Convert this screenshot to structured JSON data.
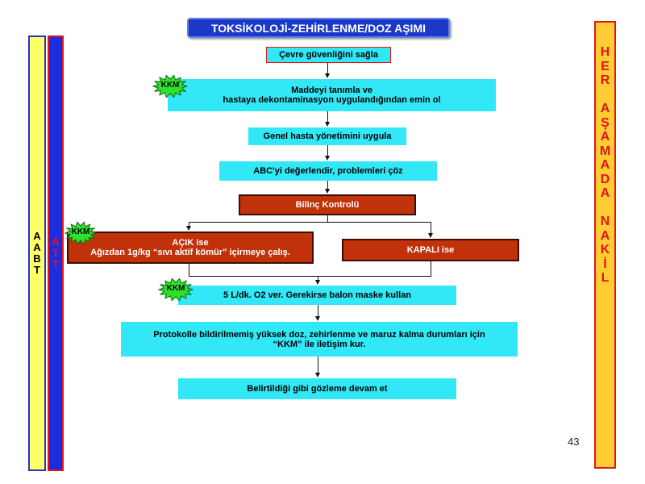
{
  "title": "TOKSİKOLOJİ-ZEHİRLENME/DOZ AŞIMI",
  "steps": {
    "s1": "Çevre güvenliğini sağla",
    "s2_l1": "Maddeyi tanımla ve",
    "s2_l2": "hastaya dekontaminasyon uygulandığından emin ol",
    "s3": "Genel hasta yönetimini uygula",
    "s4": "ABC'yi değerlendir, problemleri çöz",
    "s5": "Bilinç Kontrolü",
    "s6a_l1": "AÇIK ise",
    "s6a_l2": "Ağızdan 1g/kg “sıvı aktif kömür” içirmeye çalış.",
    "s6b": "KAPALI ise",
    "s7": "5 L/dk. O2 ver. Gerekirse balon maske kullan",
    "s8_l1": "Protokolle bildirilmemiş yüksek doz, zehirlenme ve maruz kalma durumları için",
    "s8_l2": "“KKM” ile iletişim kur.",
    "s9": "Belirtildiği gibi gözleme devam et"
  },
  "kkm_label": "KKM",
  "left_bar_abt": [
    "A",
    "A",
    "B",
    "T"
  ],
  "left_bar_att": [
    "A",
    "T",
    "T"
  ],
  "right_bar": [
    "H",
    "E",
    "R",
    "",
    "A",
    "Ş",
    "A",
    "M",
    "A",
    "D",
    "A",
    "",
    "N",
    "A",
    "K",
    "İ",
    "L"
  ],
  "page_number": "43",
  "colors": {
    "title_bg": "#1a39c9",
    "box_cyan": "#33e8f6",
    "box_rust": "#c1320a",
    "kkm_star": "#2fe02f",
    "bar_yellow": "#ffff66",
    "bar_blue": "#1a2ee0",
    "bar_orange": "#ffcc33",
    "red_text": "#e0161a"
  }
}
